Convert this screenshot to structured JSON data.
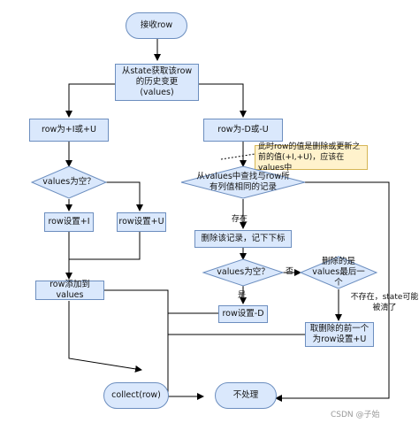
{
  "diagram": {
    "nodes": {
      "start": "接收row",
      "get_history": "从state获取该row的历史变更(values)",
      "branch_iu": "row为+I或+U",
      "branch_du": "row为-D或-U",
      "note": "此时row的值是删除或更新之前的值(+I,+U)，应该在values中",
      "values_empty_1": "values为空？",
      "set_i": "row设置+I",
      "set_u": "row设置+U",
      "add_row": "row添加到values",
      "find_same": "从values中查找与row所有列值相同的记录",
      "delete_record": "删除该记录，记下下标",
      "values_empty_2": "values为空？",
      "deleted_last": "删除的是values最后一个",
      "set_d": "row设置-D",
      "prev_set_u": "取删除的前一个为row设置+U",
      "collect": "collect(row)",
      "no_process": "不处理"
    },
    "edge_labels": {
      "exists": "存在",
      "no": "否",
      "yes": "是",
      "not_exist": "不存在，state可能被清了"
    }
  },
  "watermark": {
    "csdn": "CSDN @子始"
  }
}
